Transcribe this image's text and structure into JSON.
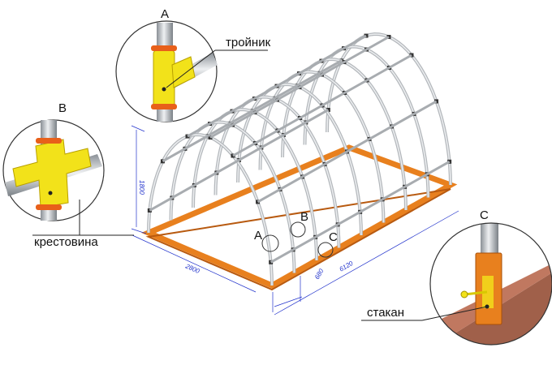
{
  "callouts": {
    "a": {
      "letter": "A",
      "label": "тройник"
    },
    "b": {
      "letter": "B",
      "label": "крестовина"
    },
    "c": {
      "letter": "C",
      "label": "стакан"
    }
  },
  "markers": {
    "a": "A",
    "b": "B",
    "c": "C"
  },
  "dimensions": {
    "height": "1800",
    "width": "2800",
    "spacing": "680",
    "length": "6120"
  },
  "colors": {
    "frame": "#e8801e",
    "pipe": "#c8ccd0",
    "fitting": "#f2e21a",
    "clamp": "#e8601a",
    "dimension": "#2233cc"
  }
}
